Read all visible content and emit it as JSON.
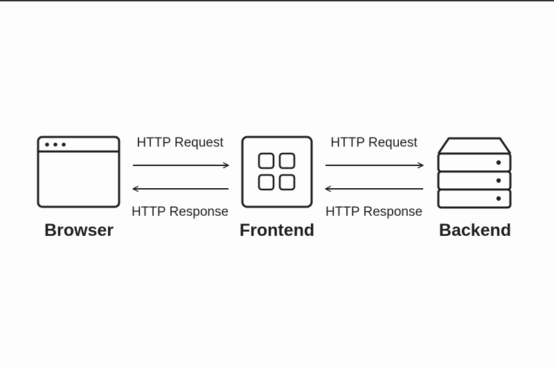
{
  "nodes": {
    "browser": {
      "label": "Browser",
      "icon": "browser-window-icon"
    },
    "frontend": {
      "label": "Frontend",
      "icon": "app-grid-icon"
    },
    "backend": {
      "label": "Backend",
      "icon": "server-stack-icon"
    }
  },
  "edges": {
    "browser_frontend": {
      "request_label": "HTTP Request",
      "response_label": "HTTP Response"
    },
    "frontend_backend": {
      "request_label": "HTTP Request",
      "response_label": "HTTP Response"
    }
  },
  "colors": {
    "stroke": "#1e1e1e",
    "background": "#fdfdfd"
  }
}
